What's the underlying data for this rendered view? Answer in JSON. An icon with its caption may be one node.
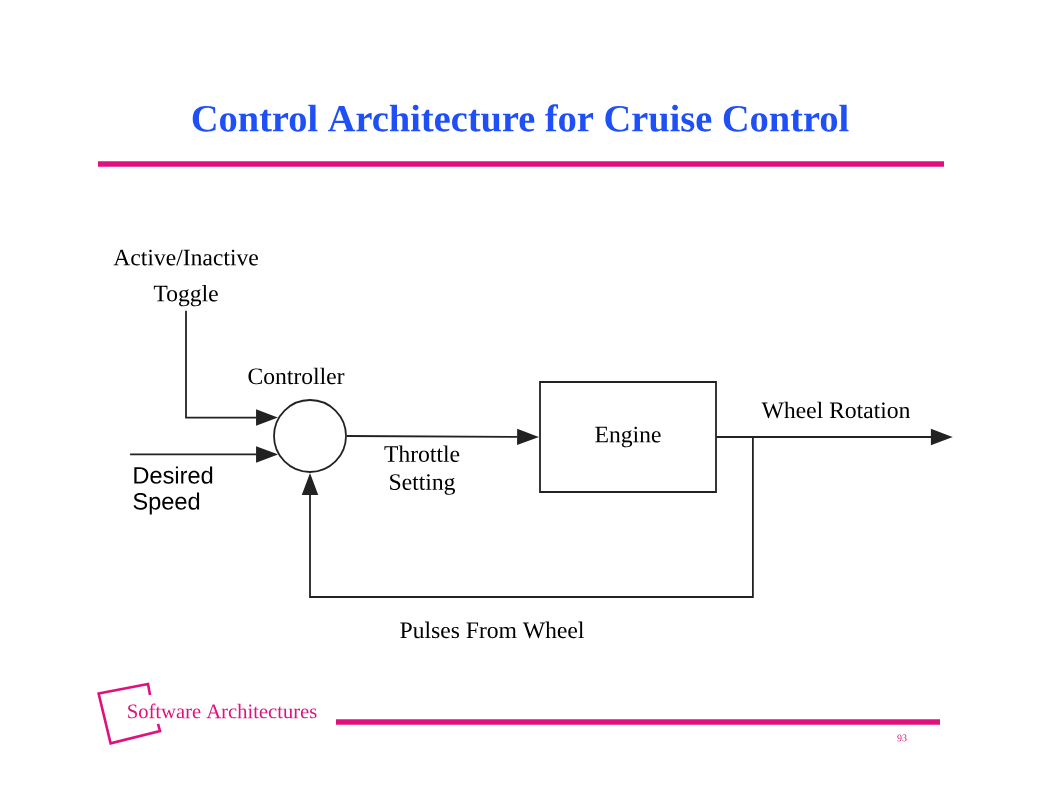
{
  "diagram": {
    "title": "Control Architecture for Cruise Control",
    "nodes": [
      {
        "text": [
          "Active/Inactive Toggle"
        ]
      },
      {
        "text": [],
        "shape": "circle",
        "beside": [
          "Controller"
        ]
      },
      {
        "text": [
          "Engine"
        ]
      }
    ],
    "edges": [
      {
        "from": 0,
        "to": 1,
        "arrow": "to"
      },
      {
        "from": null,
        "to": 1,
        "arrow": "to",
        "label": "Desired Speed"
      },
      {
        "from": 1,
        "to": 2,
        "arrow": "to",
        "label": "Throttle Setting"
      },
      {
        "from": 2,
        "to": null,
        "arrow": "to",
        "label": "Wheel Rotation"
      },
      {
        "from": 2,
        "to": 1,
        "arrow": "to",
        "label": "Pulses From Wheel"
      }
    ],
    "labels": [
      "Software Architectures",
      "93"
    ]
  }
}
